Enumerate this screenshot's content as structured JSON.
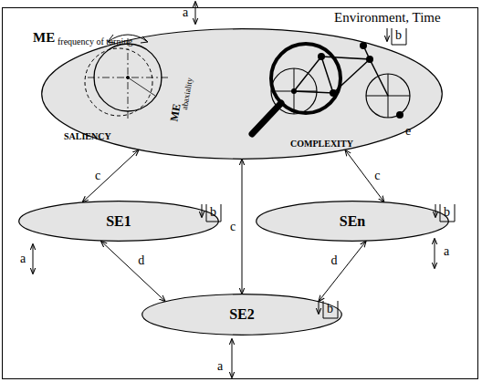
{
  "diagram": {
    "nodes": [
      {
        "text": [
          "Environment, Time"
        ]
      },
      {
        "text": [
          "ME",
          "frequency of turning"
        ],
        "in": 0
      },
      {
        "text": [
          "SE1"
        ],
        "in": 0
      },
      {
        "text": [
          "SEn"
        ],
        "in": 0
      },
      {
        "text": [
          "SE2"
        ],
        "in": 0
      }
    ],
    "edges": [
      {
        "from": 1,
        "to": 2,
        "arrow": "both",
        "label": "c"
      },
      {
        "from": 1,
        "to": 4,
        "arrow": "both",
        "label": "c"
      },
      {
        "from": 1,
        "to": 3,
        "arrow": "both",
        "label": "c"
      },
      {
        "from": 2,
        "to": 4,
        "arrow": "both",
        "label": "d"
      },
      {
        "from": 3,
        "to": 4,
        "arrow": "both",
        "label": "d"
      }
    ],
    "labels": [
      "a",
      "b",
      "ME",
      "abaxiality",
      "SALIENCY",
      "COMPLEXITY",
      "e",
      "b",
      "b",
      "a",
      "a",
      "b",
      "a"
    ]
  }
}
